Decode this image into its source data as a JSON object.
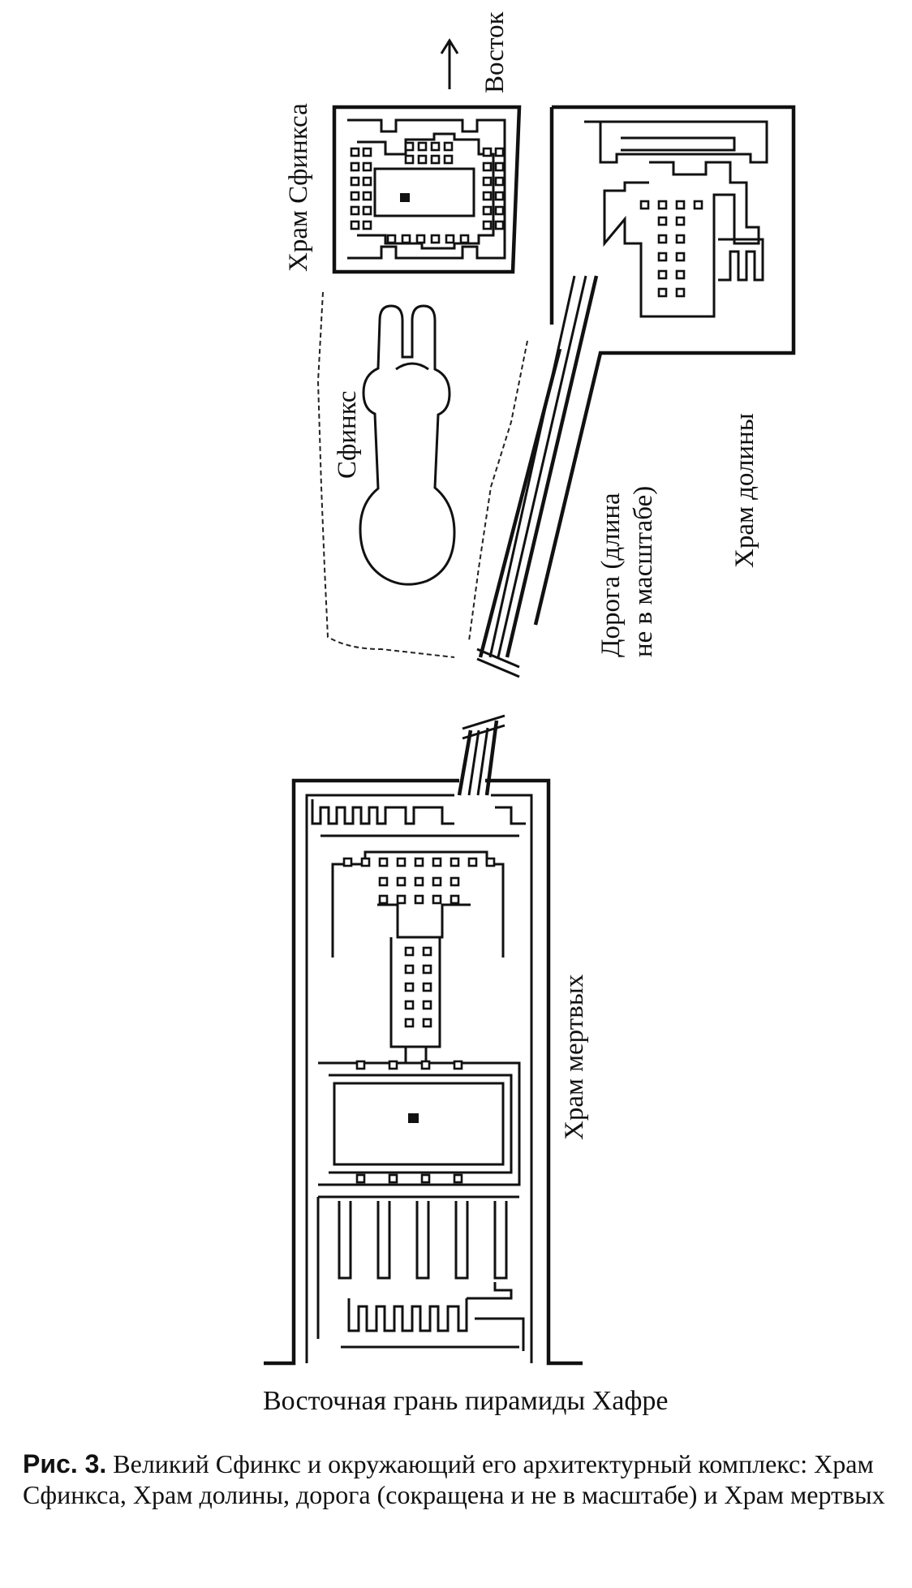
{
  "labels": {
    "east": "Восток",
    "sphinx_temple": "Храм Сфинкса",
    "sphinx": "Сфинкс",
    "valley_temple": "Храм долины",
    "causeway_line1": "Дорога (длина",
    "causeway_line2": "не в масштабе)",
    "mortuary_temple": "Храм мертвых"
  },
  "bottom_caption": "Восточная грань пирамиды Хафре",
  "figure": {
    "number": "Рис. 3.",
    "text": " Великий Сфинкс и окружающий его архитектурный комплекс: Храм Сфинкса, Храм долины, дорога (сокращена и не в масштабе) и Храм мертвых"
  }
}
